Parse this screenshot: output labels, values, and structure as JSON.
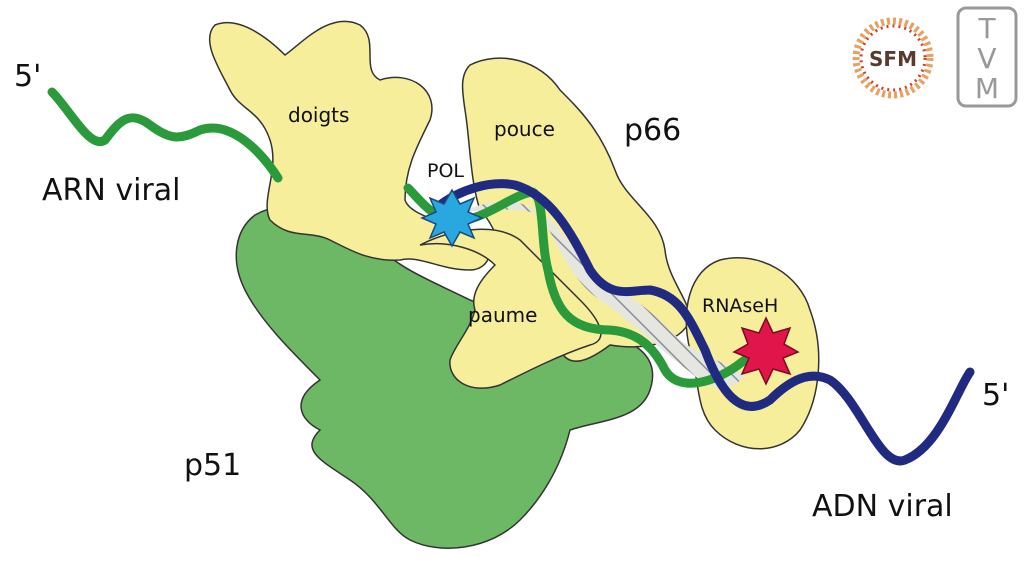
{
  "labels": {
    "rna_5prime": "5'",
    "rna_viral": "ARN viral",
    "dna_5prime": "5'",
    "dna_viral": "ADN viral",
    "doigts": "doigts",
    "pouce": "pouce",
    "paume": "paume",
    "pol": "POL",
    "rnaseh": "RNAseH",
    "p66": "p66",
    "p51": "p51"
  },
  "logos": {
    "sfm": "SFM",
    "tvm": [
      "T",
      "V",
      "M"
    ]
  },
  "colors": {
    "yellow": "#f7ee9c",
    "green_domain": "#6db865",
    "rna_strand": "#2a9a3a",
    "dna_strand": "#1f2a80",
    "pol_star": "#29a8e0",
    "rnaseh_star": "#e0164a"
  }
}
